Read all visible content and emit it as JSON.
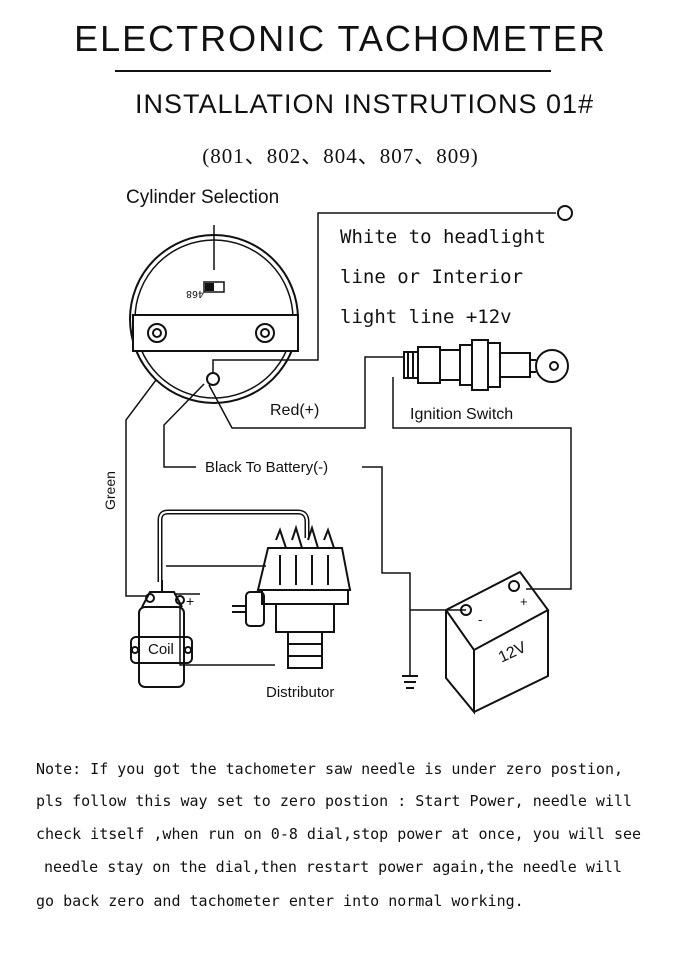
{
  "header": {
    "title": "ELECTRONIC  TACHOMETER",
    "subtitle": "INSTALLATION INSTRUTIONS  01#",
    "models": "(801、802、804、807、809)"
  },
  "labels": {
    "cylinder_selection": "Cylinder Selection",
    "cylinder_digits": "468",
    "white_line1": "White to headlight",
    "white_line2": "line or Interior",
    "white_line3": "light line +12v",
    "red": "Red(+)",
    "ignition_switch": "Ignition Switch",
    "black_to_battery": "Black To Battery(-)",
    "green": "Green",
    "coil": "Coil",
    "distributor": "Distributor",
    "battery_voltage": "12V",
    "plus": "+",
    "minus": "-"
  },
  "note": {
    "line1": "Note: If you got the tachometer saw needle is under zero postion,",
    "line2": "pls follow this way set to zero postion : Start Power, needle will",
    "line3": "check itself ,when run on 0-8 dial,stop power at once, you will see",
    "line4": "needle stay on the dial,then restart power again,the needle will",
    "line5": "go back zero and tachometer enter into normal working."
  }
}
